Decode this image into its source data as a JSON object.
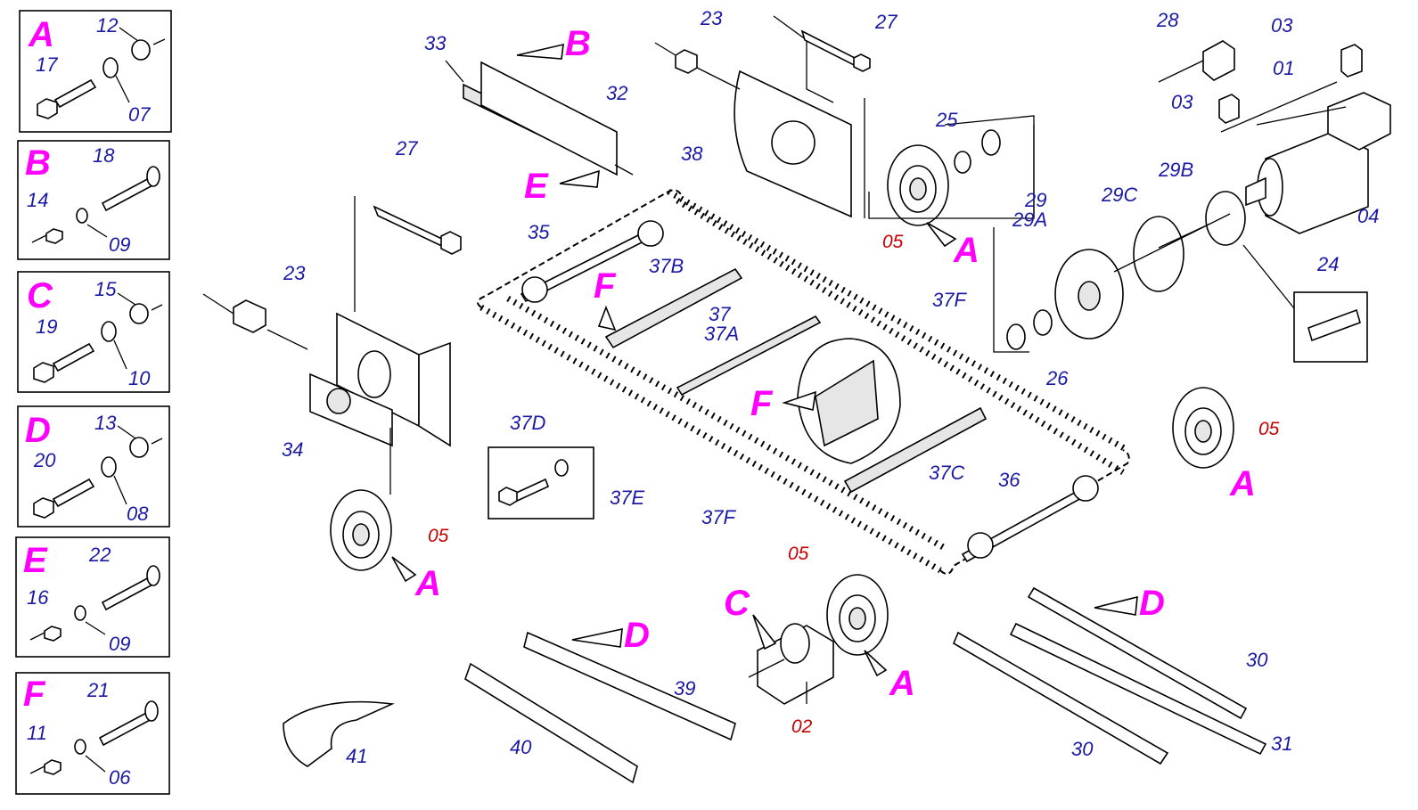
{
  "legend_boxes": [
    {
      "letter": "A",
      "parts": [
        "12",
        "17",
        "07"
      ]
    },
    {
      "letter": "B",
      "parts": [
        "18",
        "14",
        "09"
      ]
    },
    {
      "letter": "C",
      "parts": [
        "15",
        "19",
        "10"
      ]
    },
    {
      "letter": "D",
      "parts": [
        "13",
        "20",
        "08"
      ]
    },
    {
      "letter": "E",
      "parts": [
        "22",
        "16",
        "09"
      ]
    },
    {
      "letter": "F",
      "parts": [
        "21",
        "11",
        "06"
      ]
    }
  ],
  "labels_blue": [
    "33",
    "32",
    "23",
    "27",
    "38",
    "25",
    "28",
    "03",
    "01",
    "03",
    "04",
    "29B",
    "29",
    "29A",
    "29C",
    "24",
    "26",
    "27",
    "23",
    "35",
    "37B",
    "37",
    "37A",
    "37F",
    "34",
    "37D",
    "37E",
    "37F",
    "37C",
    "36",
    "30",
    "30",
    "31",
    "39",
    "40",
    "41"
  ],
  "labels_red": [
    "05",
    "05",
    "05",
    "05",
    "02"
  ],
  "callouts": [
    "B",
    "E",
    "A",
    "F",
    "F",
    "A",
    "A",
    "C",
    "A",
    "D",
    "D"
  ],
  "colors": {
    "label": "#1a1aa6",
    "highlight": "#c80000",
    "callout": "#ff00ff"
  }
}
